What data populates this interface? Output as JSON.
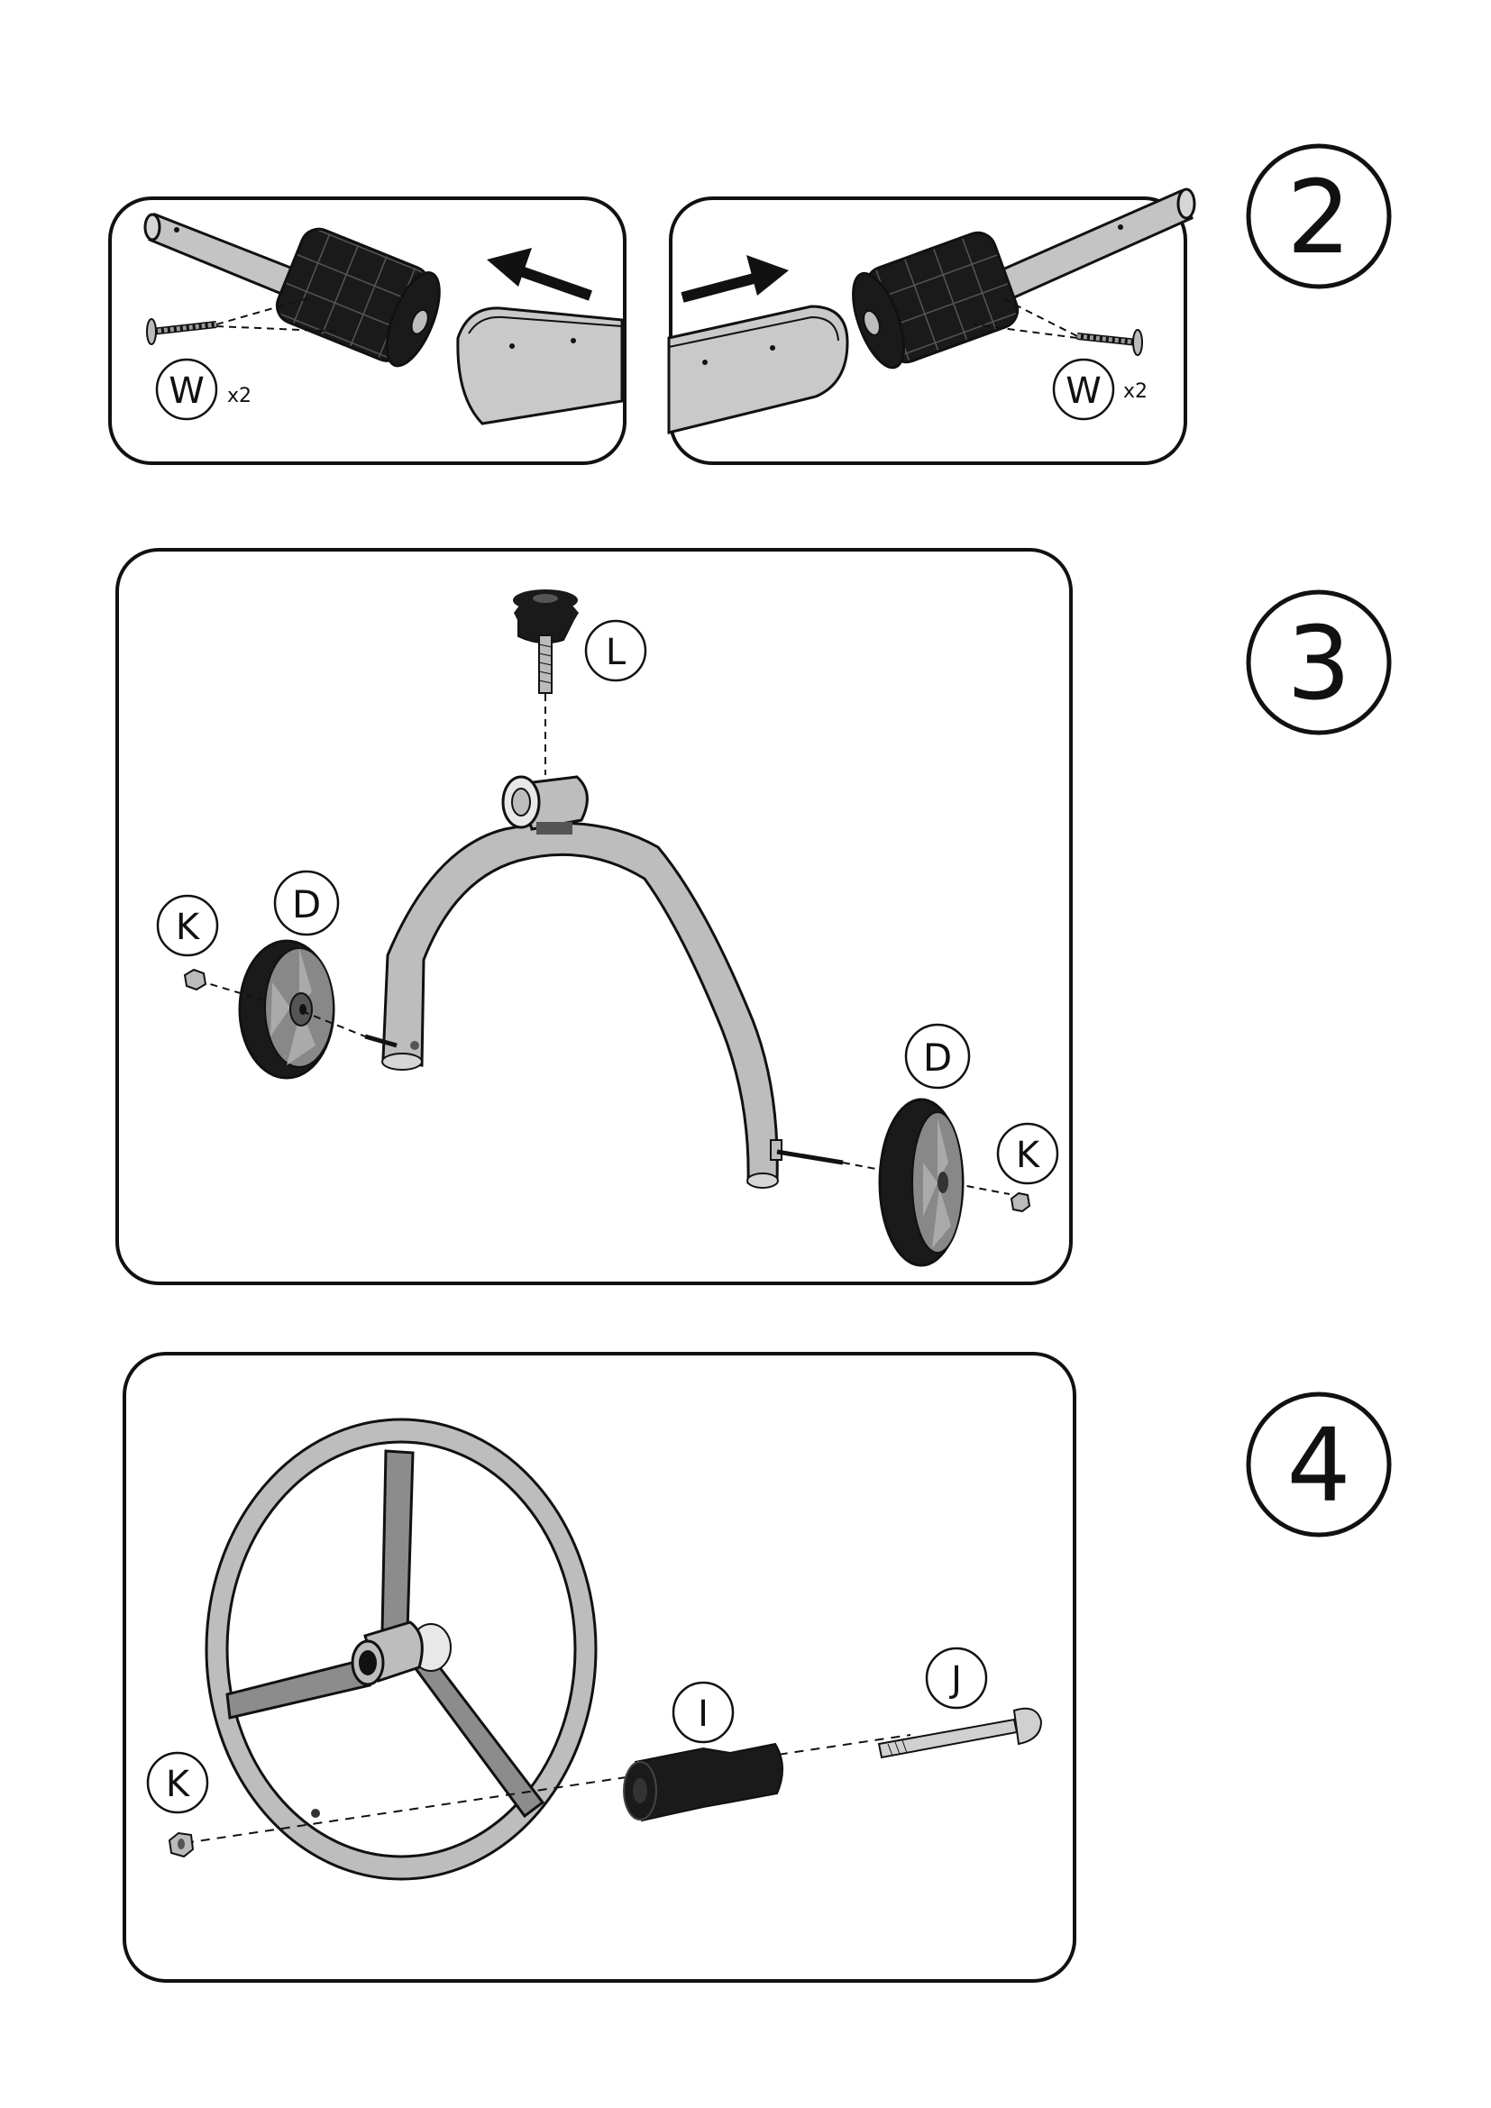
{
  "steps": [
    {
      "number": "2"
    },
    {
      "number": "3"
    },
    {
      "number": "4"
    }
  ],
  "step2": {
    "left": {
      "part": "W",
      "qty": "x2"
    },
    "right": {
      "part": "W",
      "qty": "x2"
    }
  },
  "step3": {
    "knob": "L",
    "wheel_left": "D",
    "nut_left": "K",
    "wheel_right": "D",
    "nut_right": "K"
  },
  "step4": {
    "grip": "I",
    "bolt": "J",
    "nut": "K"
  },
  "colors": {
    "metal": "#bdbdbd",
    "metal_dark": "#8c8c8c",
    "rubber": "#1a1a1a",
    "line": "#111111"
  }
}
